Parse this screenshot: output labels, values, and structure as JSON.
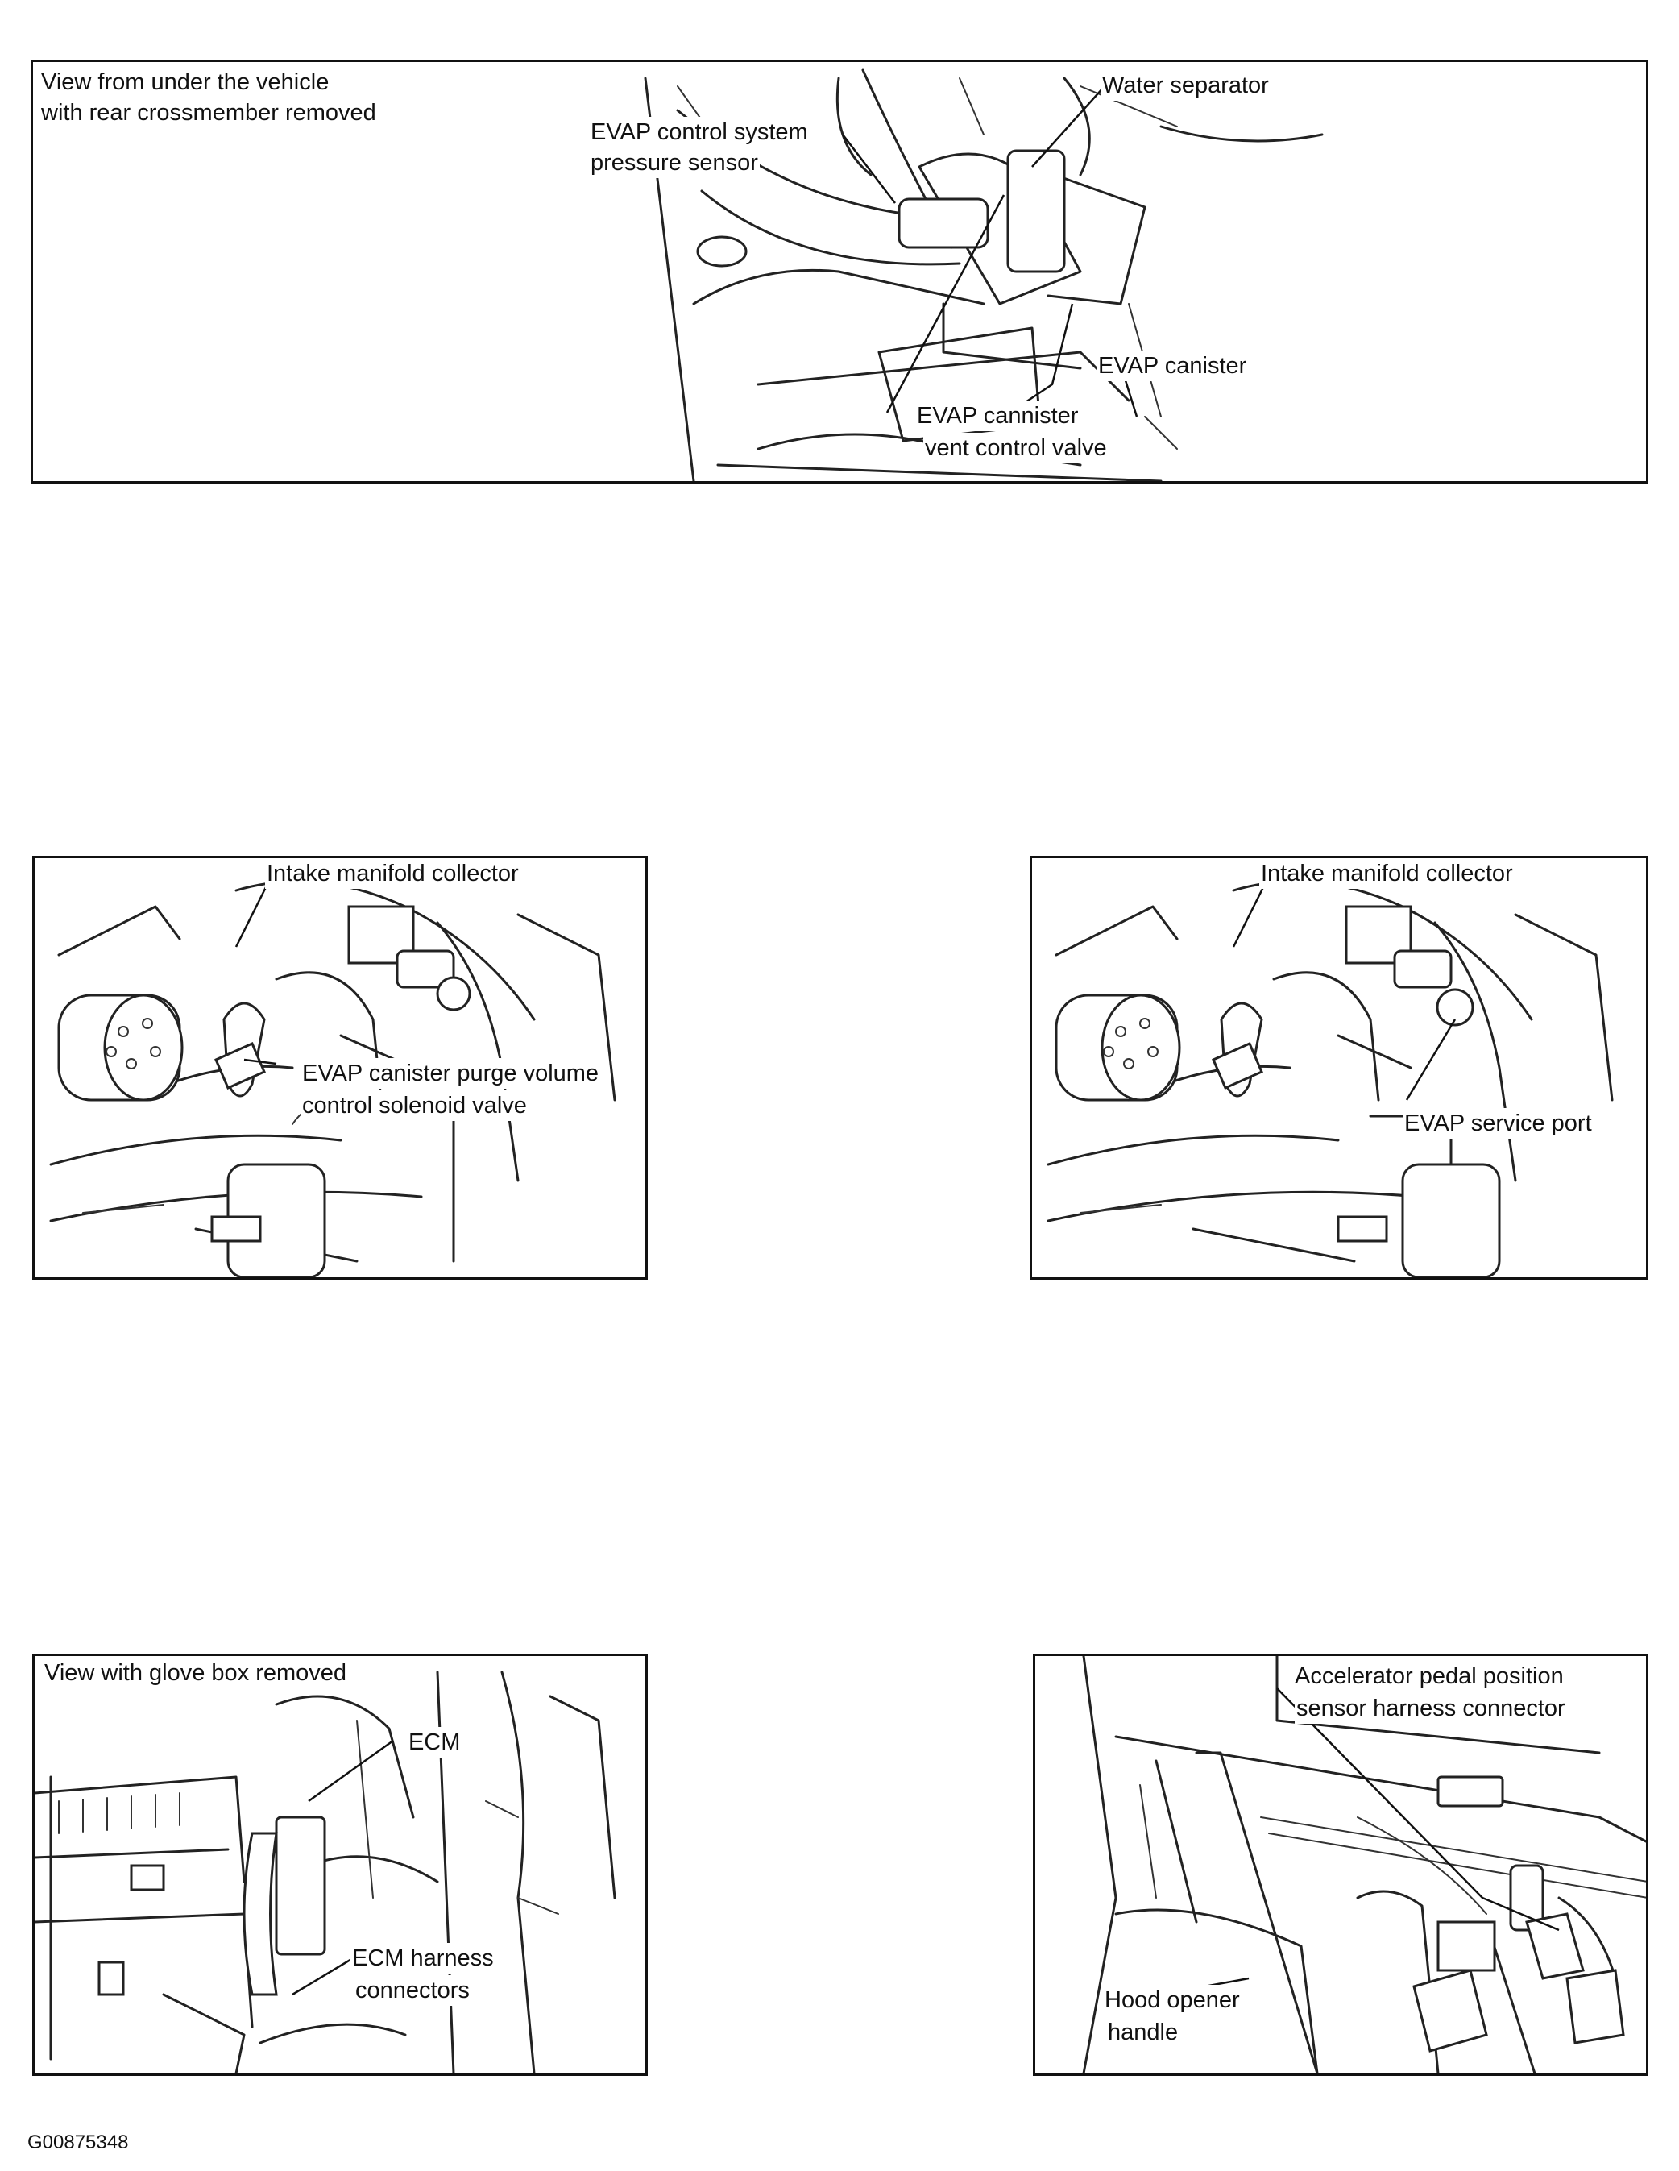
{
  "panel1": {
    "caption_line1": "View from under the vehicle",
    "caption_line2": "with rear crossmember removed",
    "labels": {
      "water_separator": "Water separator",
      "pressure_sensor_line1": "EVAP control system",
      "pressure_sensor_line2": "pressure sensor",
      "evap_canister": "EVAP canister",
      "vent_valve_line1": "EVAP cannister",
      "vent_valve_line2": "vent control valve"
    }
  },
  "panel2": {
    "labels": {
      "intake_manifold": "Intake manifold collector",
      "purge_valve_line1": "EVAP canister purge volume",
      "purge_valve_line2": "control solenoid valve"
    }
  },
  "panel3": {
    "labels": {
      "intake_manifold": "Intake manifold collector",
      "service_port": "EVAP service port"
    }
  },
  "panel4": {
    "caption": "View with glove box removed",
    "labels": {
      "ecm": "ECM",
      "harness_line1": "ECM harness",
      "harness_line2": "connectors"
    }
  },
  "panel5": {
    "labels": {
      "app_sensor_line1": "Accelerator pedal position",
      "app_sensor_line2": "sensor harness connector",
      "hood_opener_line1": "Hood opener",
      "hood_opener_line2": "handle"
    }
  },
  "figure_code": "G00875348"
}
